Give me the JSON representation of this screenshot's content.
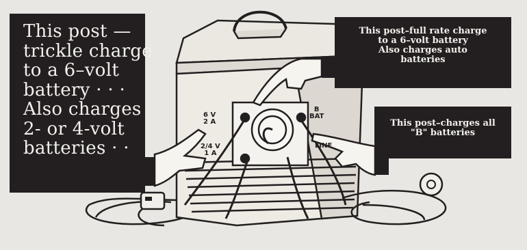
{
  "callouts": {
    "left": {
      "lines": [
        "This post —",
        "trickle charge",
        "to a 6–volt",
        "battery · · ·",
        "Also charges",
        "2- or 4-volt",
        "batteries · ·"
      ]
    },
    "top_right": {
      "lines": [
        "This post–full rate charge",
        "to a 6–volt battery",
        "Also charges auto",
        "batteries"
      ]
    },
    "right": {
      "lines": [
        "This post–charges all",
        "\"B\" batteries"
      ]
    }
  },
  "panel_labels": {
    "six_v": {
      "line1": "6 V",
      "line2": "2 A"
    },
    "two_four_v": {
      "line1": "2/4 V",
      "line2": "1 A"
    },
    "b_bat": {
      "line1": "B",
      "line2": "BAT"
    },
    "line": {
      "line1": "LINE"
    }
  },
  "colors": {
    "callout_bg": "#231f20",
    "callout_text": "#f2f0ec",
    "paper": "#e9e7e3",
    "ink": "#231f20"
  }
}
